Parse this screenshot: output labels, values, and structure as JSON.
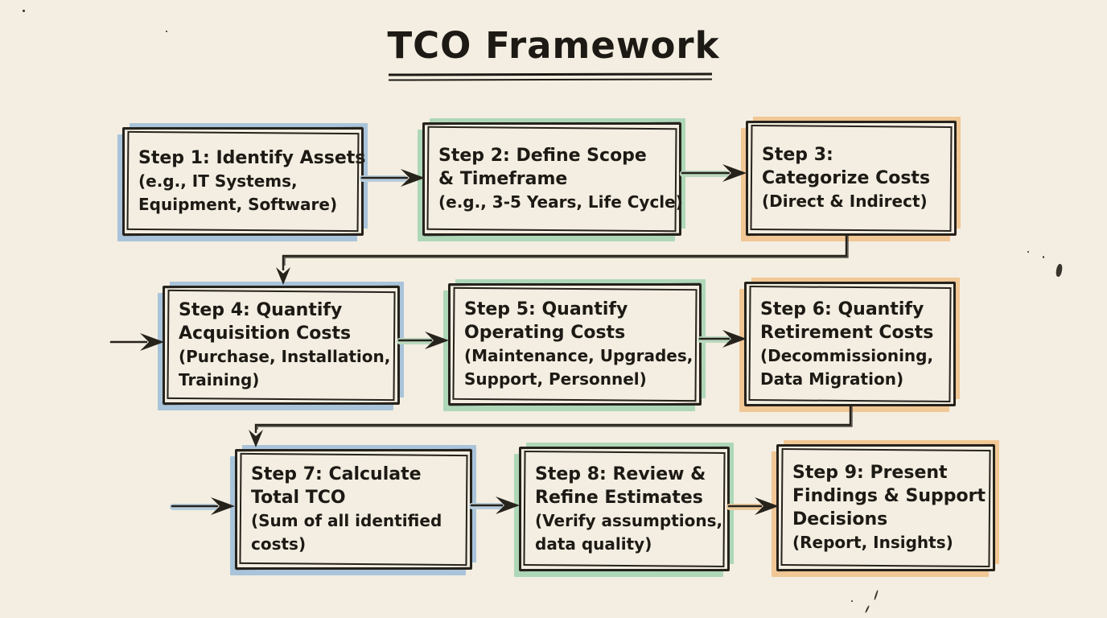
{
  "title": "TCO Framework",
  "palette": {
    "background": "#f3eee1",
    "ink": "#26221c",
    "blue": "#a9c4da",
    "green": "#aed7b8",
    "orange": "#f1c795"
  },
  "steps": [
    {
      "name": "step-1",
      "accent": "blue",
      "lines": [
        "Step 1: Identify Assets",
        "(e.g., IT Systems,",
        "Equipment, Software)"
      ]
    },
    {
      "name": "step-2",
      "accent": "green",
      "lines": [
        "Step 2: Define Scope",
        "& Timeframe",
        "(e.g., 3-5 Years, Life Cycle)"
      ]
    },
    {
      "name": "step-3",
      "accent": "orange",
      "lines": [
        "Step 3:",
        "Categorize Costs",
        "(Direct & Indirect)"
      ]
    },
    {
      "name": "step-4",
      "accent": "blue",
      "lines": [
        "Step 4: Quantify",
        "Acquisition Costs",
        "(Purchase, Installation,",
        "Training)"
      ]
    },
    {
      "name": "step-5",
      "accent": "green",
      "lines": [
        "Step 5: Quantify",
        "Operating Costs",
        "(Maintenance, Upgrades,",
        "Support, Personnel)"
      ]
    },
    {
      "name": "step-6",
      "accent": "orange",
      "lines": [
        "Step 6: Quantify",
        "Retirement Costs",
        "(Decommissioning,",
        "Data Migration)"
      ]
    },
    {
      "name": "step-7",
      "accent": "blue",
      "lines": [
        "Step 7: Calculate",
        "Total TCO",
        "(Sum of all identified",
        "costs)"
      ]
    },
    {
      "name": "step-8",
      "accent": "green",
      "lines": [
        "Step 8: Review &",
        "Refine Estimates",
        "(Verify assumptions,",
        "data quality)"
      ]
    },
    {
      "name": "step-9",
      "accent": "orange",
      "lines": [
        "Step 9: Present",
        "Findings & Support",
        "Decisions",
        "(Report, Insights)"
      ]
    }
  ],
  "flow": [
    {
      "from": "step-1",
      "to": "step-2"
    },
    {
      "from": "step-2",
      "to": "step-3"
    },
    {
      "from": "step-3",
      "to": "step-4"
    },
    {
      "from": "step-4",
      "to": "step-5"
    },
    {
      "from": "step-5",
      "to": "step-6"
    },
    {
      "from": "step-6",
      "to": "step-7"
    },
    {
      "from": "step-7",
      "to": "step-8"
    },
    {
      "from": "step-8",
      "to": "step-9"
    }
  ]
}
